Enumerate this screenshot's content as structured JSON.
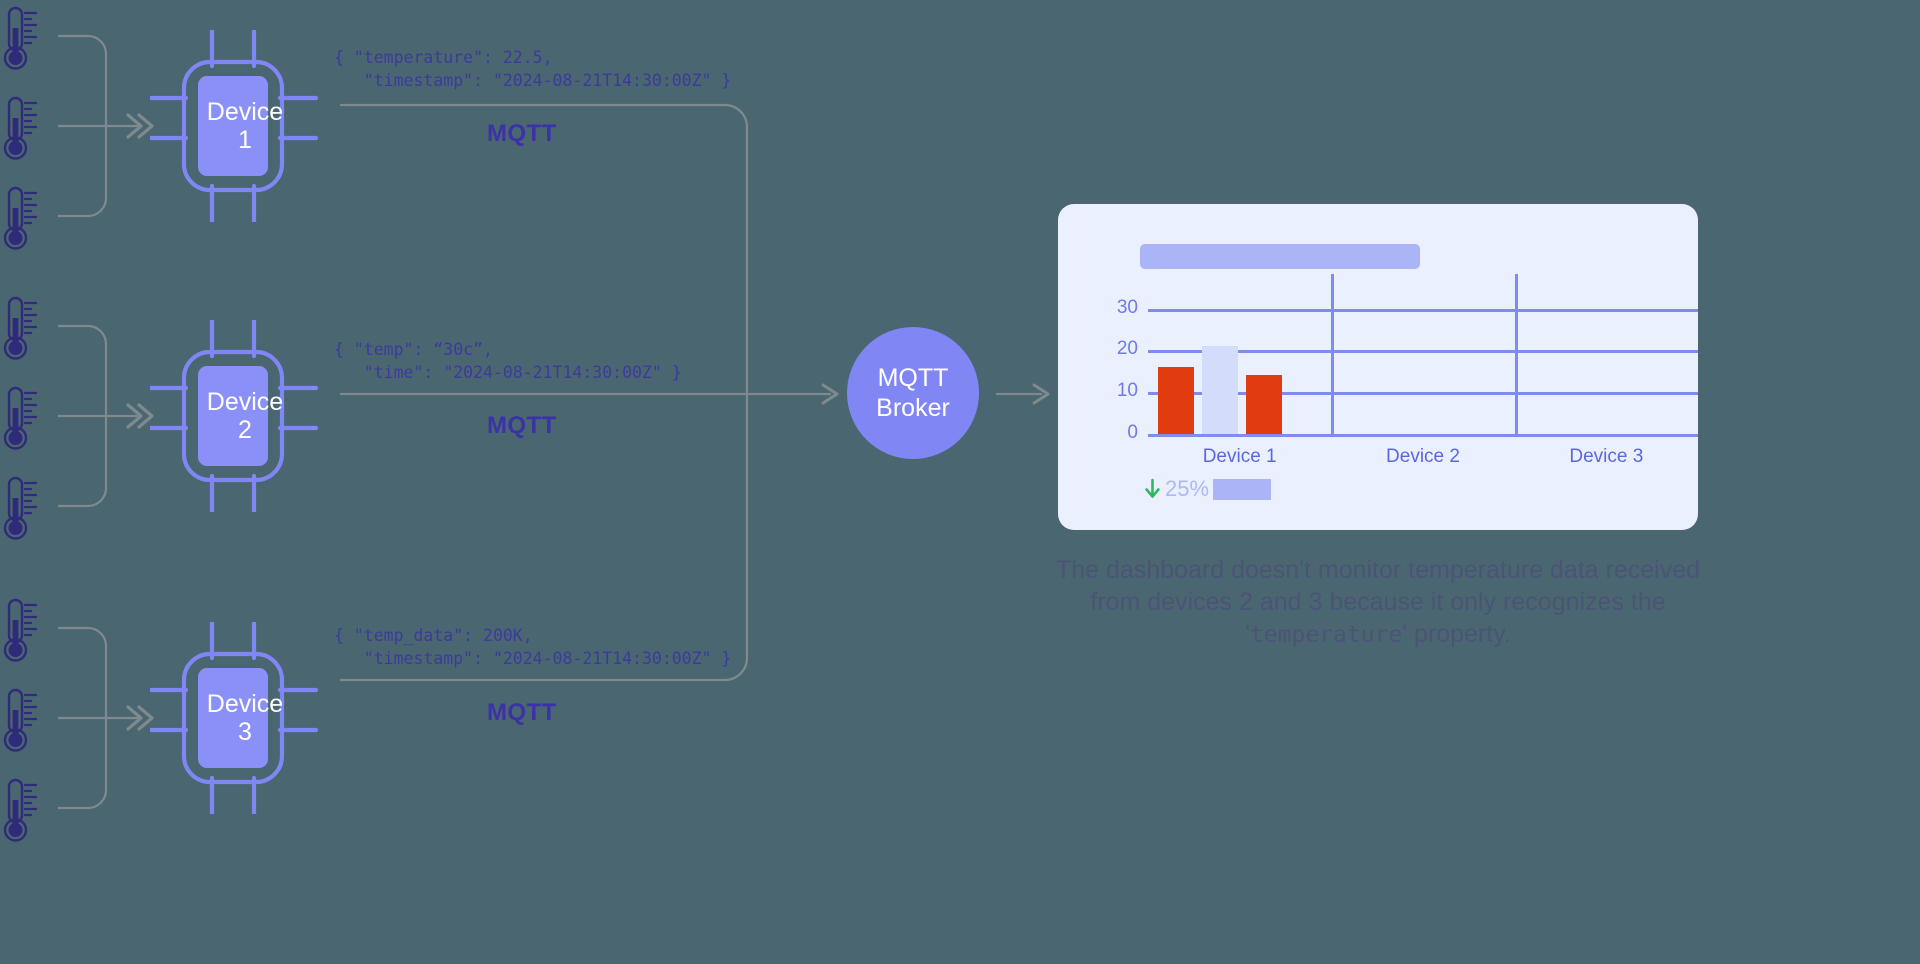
{
  "theme": {
    "background": "#4a6670",
    "chip_accent": "#8186f5",
    "chip_inner": "#8a90f8",
    "payload_text": "#3d3a9e",
    "mqtt_label": "#3b31a8",
    "thermometer": "#2f2b7a",
    "connector_gray": "#7f8a8f",
    "dashboard_bg": "#eaf0fd",
    "grid_blue": "#7f8bef",
    "bar_orange": "#e03c10",
    "bar_pale": "#d3ddfb",
    "delta_green": "#2fb95e",
    "caption_text": "#4b4a7a"
  },
  "devices": [
    {
      "chip_label_line1": "Device",
      "chip_label_line2": "1",
      "payload": "{ \"temperature\": 22.5,\n   \"timestamp\": \"2024-08-21T14:30:00Z\" }",
      "protocol_label": "MQTT",
      "sensor_count": 3
    },
    {
      "chip_label_line1": "Device",
      "chip_label_line2": "2",
      "payload": "{ \"temp\": “30c”,\n   \"time\": \"2024-08-21T14:30:00Z\" }",
      "protocol_label": "MQTT",
      "sensor_count": 3
    },
    {
      "chip_label_line1": "Device",
      "chip_label_line2": "3",
      "payload": "{ \"temp_data\": 200K,\n   \"timestamp\": \"2024-08-21T14:30:00Z\" }",
      "protocol_label": "MQTT",
      "sensor_count": 3
    }
  ],
  "broker": {
    "line1": "MQTT",
    "line2": "Broker"
  },
  "dashboard": {
    "delta": {
      "direction_icon": "arrow-down-icon",
      "value": "25%"
    },
    "caption_part1": "The dashboard doesn't monitor temperature data received from devices 2 and 3 because it only recognizes the '",
    "caption_code": "temperature",
    "caption_part2": "' property."
  },
  "chart_data": {
    "type": "bar",
    "title": "",
    "xlabel": "",
    "ylabel": "",
    "categories": [
      "Device 1",
      "Device 2",
      "Device 3"
    ],
    "yticks": [
      "0",
      "10",
      "20",
      "30"
    ],
    "ylim": [
      0,
      33
    ],
    "grid": true,
    "legend": "none",
    "series": [
      {
        "name": "series-1",
        "color": "#e03c10",
        "values": [
          16,
          null,
          null
        ]
      },
      {
        "name": "series-2",
        "color": "#d3ddfb",
        "values": [
          21,
          null,
          null
        ]
      },
      {
        "name": "series-3",
        "color": "#e03c10",
        "values": [
          14,
          null,
          null
        ]
      }
    ]
  }
}
